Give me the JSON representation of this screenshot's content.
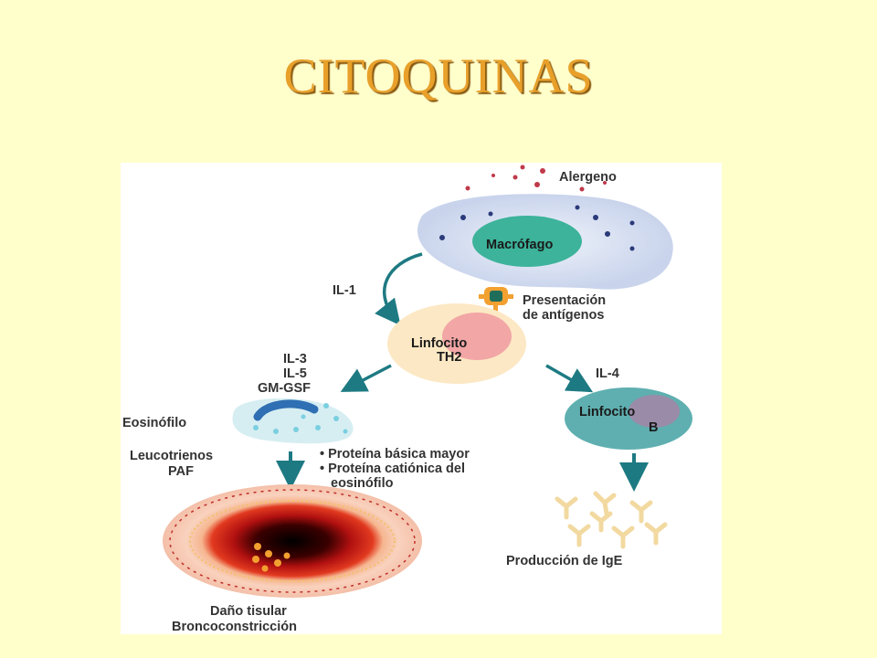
{
  "slide": {
    "title": "CITOQUINAS"
  },
  "diagram": {
    "allergen": "Alergeno",
    "macrophage": "Macrófago",
    "il1": "IL-1",
    "antigen_presentation": [
      "Presentación",
      "de antígenos"
    ],
    "th2": [
      "Linfocito",
      "TH2"
    ],
    "left_cytokines": [
      "IL-3",
      "IL-5",
      "GM-GSF"
    ],
    "il4": "IL-4",
    "eosinophil": "Eosinófilo",
    "b_cell": [
      "Linfocito",
      "B"
    ],
    "mediators": [
      "Leucotrienos",
      "PAF"
    ],
    "proteins": [
      "• Proteína básica mayor",
      "• Proteína catiónica del",
      "  eosinófilo"
    ],
    "ige": "Producción de IgE",
    "damage": [
      "Daño tisular",
      "Broncoconstricción"
    ]
  },
  "colors": {
    "title": "#E8A02A",
    "background": "#FFFFCC",
    "arrow": "#1E7A82",
    "macrophage": "#DCE4F2",
    "nucleus": "#3CB39A",
    "th2_cell": "#FCE8C4",
    "th2_nucleus": "#F2A6A6",
    "b_cell": "#5FAFB0",
    "eosinophil": "#D6EEF2",
    "airway_red": "#D7261E"
  }
}
